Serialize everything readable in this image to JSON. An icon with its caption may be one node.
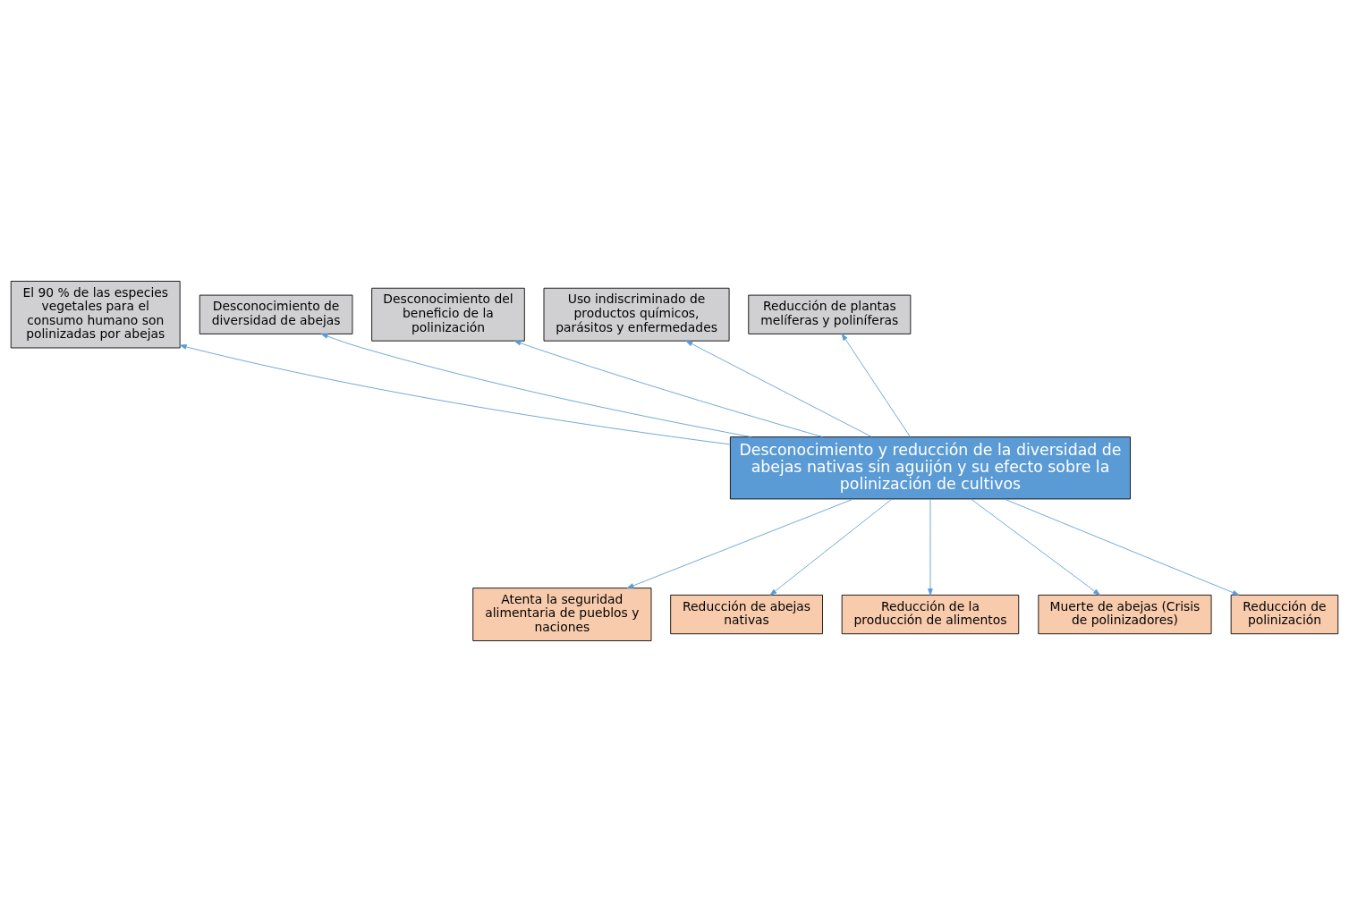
{
  "diagram": {
    "nodes": [
      {
        "text": [
          "El 90 % de las especies vegetales para el consumo humano son polinizadas por abejas"
        ]
      },
      {
        "text": [
          "Desconocimiento de diversidad de abejas"
        ]
      },
      {
        "text": [
          "Desconocimiento del beneficio de la polinización"
        ]
      },
      {
        "text": [
          "Uso indiscriminado de productos químicos, parásitos y enfermedades"
        ]
      },
      {
        "text": [
          "Reducción de plantas melíferas y poliníferas"
        ]
      },
      {
        "text": [
          "Desconocimiento y reducción de la diversidad de abejas nativas sin aguijón y su efecto sobre la polinización de cultivos"
        ]
      },
      {
        "text": [
          "Atenta la seguridad alimentaria de pueblos y naciones"
        ]
      },
      {
        "text": [
          "Reducción de abejas nativas"
        ]
      },
      {
        "text": [
          "Reducción de la producción de alimentos"
        ]
      },
      {
        "text": [
          "Muerte de abejas (Crisis de polinizadores)"
        ]
      },
      {
        "text": [
          "Reducción de polinización"
        ]
      }
    ],
    "edges": [
      {
        "from": 5,
        "to": 0,
        "arrow": "to"
      },
      {
        "from": 5,
        "to": 1,
        "arrow": "to"
      },
      {
        "from": 5,
        "to": 2,
        "arrow": "to"
      },
      {
        "from": 5,
        "to": 3,
        "arrow": "to"
      },
      {
        "from": 5,
        "to": 4,
        "arrow": "to"
      },
      {
        "from": 5,
        "to": 6,
        "arrow": "to"
      },
      {
        "from": 5,
        "to": 7,
        "arrow": "to"
      },
      {
        "from": 5,
        "to": 8,
        "arrow": "to"
      },
      {
        "from": 5,
        "to": 9,
        "arrow": "to"
      },
      {
        "from": 5,
        "to": 10,
        "arrow": "to"
      }
    ]
  }
}
